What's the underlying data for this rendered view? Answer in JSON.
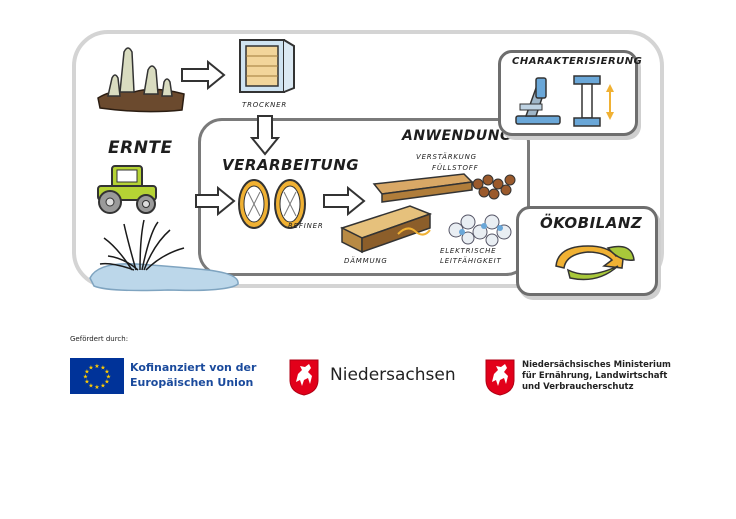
{
  "diagram": {
    "labels": {
      "trockner": "TROCKNER",
      "ernte": "ERNTE",
      "verarbeitung": "VERARBEITUNG",
      "refiner": "REFINER",
      "anwendung": "ANWENDUNG",
      "verstaerkung": "VERSTÄRKUNG",
      "fuellstoff": "FÜLLSTOFF",
      "daemmung": "DÄMMUNG",
      "elektrische": "ELEKTRISCHE",
      "leitfaehigkeit": "LEITFÄHIGKEIT",
      "charakterisierung": "CHARAKTERISIERUNG",
      "oekobilanz": "ÖKOBILANZ"
    },
    "colors": {
      "frame_outer": "#d4d4d4",
      "frame_inner": "#7a7a7a",
      "tractor": "#b5d334",
      "water": "#bcd7ea",
      "accent_blue": "#6aa7d8",
      "accent_orange": "#f0b133",
      "leaf_green": "#a8c83a"
    }
  },
  "footer": {
    "funded_by": "Gefördert durch:",
    "eu_line1": "Kofinanziert von der",
    "eu_line2": "Europäischen Union",
    "niedersachsen": "Niedersachsen",
    "ministry_line1": "Niedersächsisches Ministerium",
    "ministry_line2": "für Ernährung, Landwirtschaft",
    "ministry_line3": "und Verbraucherschutz",
    "colors": {
      "eu_blue": "#003399",
      "eu_star": "#ffcc00",
      "eu_text": "#1a4a9c",
      "ns_red": "#e2001a"
    }
  }
}
